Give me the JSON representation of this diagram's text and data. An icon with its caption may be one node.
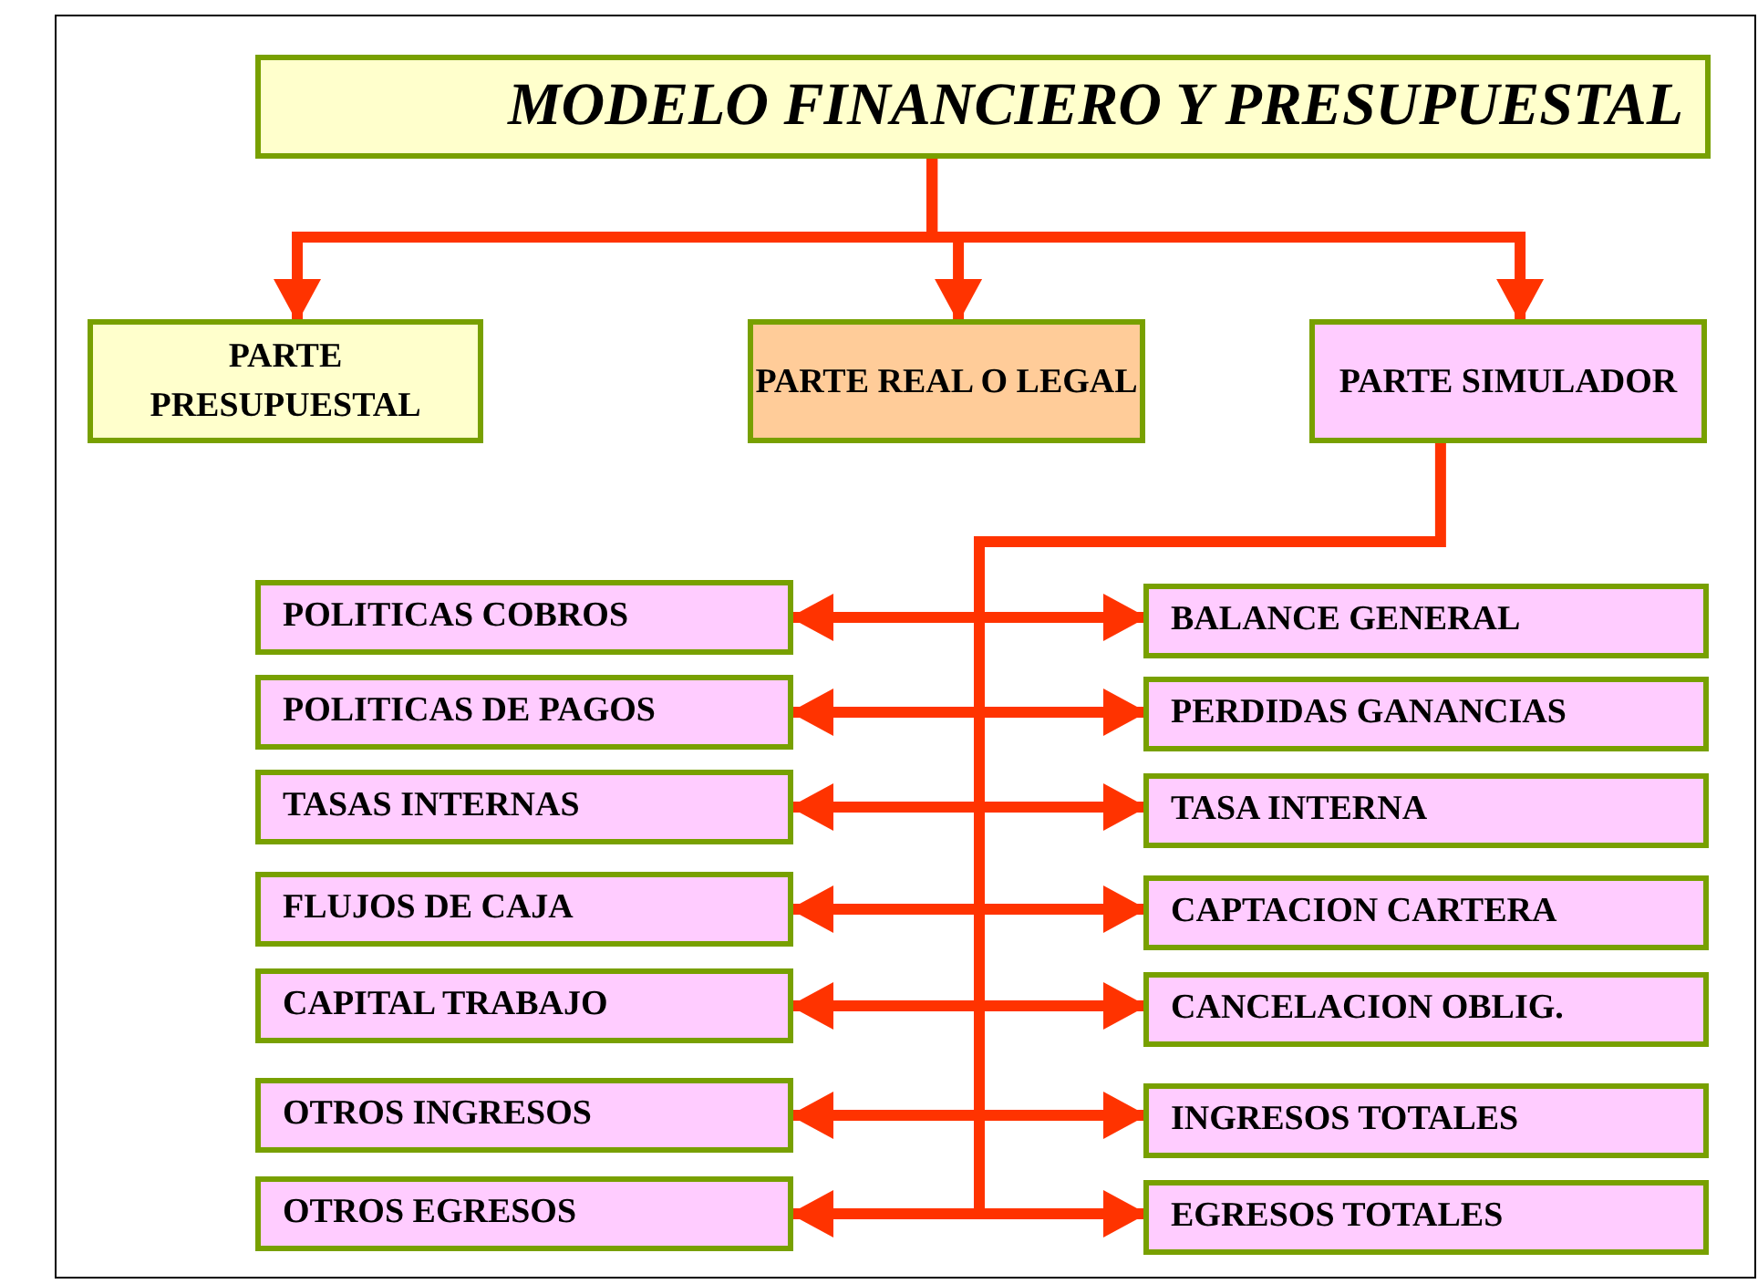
{
  "diagram": {
    "nodes": [
      {
        "text": [
          "MODELO FINANCIERO Y PRESUPUESTAL"
        ]
      },
      {
        "text": [
          "PARTE PRESUPUESTAL"
        ]
      },
      {
        "text": [
          "PARTE REAL O LEGAL"
        ]
      },
      {
        "text": [
          "PARTE SIMULADOR"
        ]
      },
      {
        "text": [
          "POLITICAS COBROS"
        ]
      },
      {
        "text": [
          "POLITICAS DE PAGOS"
        ]
      },
      {
        "text": [
          "TASAS  INTERNAS"
        ]
      },
      {
        "text": [
          "FLUJOS DE CAJA"
        ]
      },
      {
        "text": [
          "CAPITAL TRABAJO"
        ]
      },
      {
        "text": [
          "OTROS INGRESOS"
        ]
      },
      {
        "text": [
          "OTROS EGRESOS"
        ]
      },
      {
        "text": [
          "BALANCE GENERAL"
        ]
      },
      {
        "text": [
          "PERDIDAS GANANCIAS"
        ]
      },
      {
        "text": [
          "TASA INTERNA"
        ]
      },
      {
        "text": [
          "CAPTACION CARTERA"
        ]
      },
      {
        "text": [
          "CANCELACION OBLIG."
        ]
      },
      {
        "text": [
          "INGRESOS  TOTALES"
        ]
      },
      {
        "text": [
          "EGRESOS TOTALES"
        ]
      }
    ],
    "edges": [
      {
        "from": 0,
        "to": 1,
        "arrow": "to"
      },
      {
        "from": 0,
        "to": 2,
        "arrow": "to"
      },
      {
        "from": 0,
        "to": 3,
        "arrow": "to"
      },
      {
        "from": 3,
        "to": null,
        "arrow": "none"
      },
      {
        "from": 4,
        "to": 11,
        "arrow": "both"
      },
      {
        "from": 5,
        "to": 12,
        "arrow": "both"
      },
      {
        "from": 6,
        "to": 13,
        "arrow": "both"
      },
      {
        "from": 7,
        "to": 14,
        "arrow": "both"
      },
      {
        "from": 8,
        "to": 15,
        "arrow": "both"
      },
      {
        "from": 9,
        "to": 16,
        "arrow": "both"
      },
      {
        "from": 10,
        "to": 17,
        "arrow": "both"
      }
    ]
  }
}
